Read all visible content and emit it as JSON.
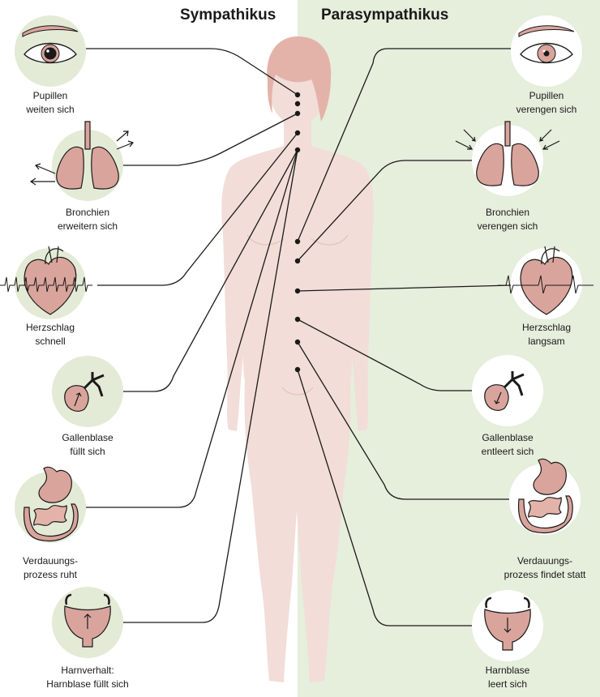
{
  "headings": {
    "left": "Sympathikus",
    "right": "Parasympathikus"
  },
  "colors": {
    "left_circle": "#e3ebd6",
    "right_circle": "#ffffff",
    "right_background": "#e6eedc",
    "body": "#f2ddd8",
    "hair": "#e3b3aa",
    "organ": "#d9a49c",
    "line": "#1a1a1a"
  },
  "sympathetic": [
    {
      "icon": "eye-icon",
      "line1": "Pupillen",
      "line2": "weiten sich"
    },
    {
      "icon": "lungs-icon",
      "line1": "Bronchien",
      "line2": "erweitern sich"
    },
    {
      "icon": "heart-icon",
      "line1": "Herzschlag",
      "line2": "schnell"
    },
    {
      "icon": "gallbladder-icon",
      "line1": "Gallenblase",
      "line2": "füllt sich"
    },
    {
      "icon": "digestive-tract-icon",
      "line1": "Verdauungs-",
      "line2": "prozess ruht"
    },
    {
      "icon": "bladder-icon",
      "line1": "Harnverhalt:",
      "line2": "Harnblase füllt sich"
    }
  ],
  "parasympathetic": [
    {
      "icon": "eye-icon",
      "line1": "Pupillen",
      "line2": "verengen sich"
    },
    {
      "icon": "lungs-icon",
      "line1": "Bronchien",
      "line2": "verengen sich"
    },
    {
      "icon": "heart-icon",
      "line1": "Herzschlag",
      "line2": "langsam"
    },
    {
      "icon": "gallbladder-icon",
      "line1": "Gallenblase",
      "line2": "entleert sich"
    },
    {
      "icon": "digestive-tract-icon",
      "line1": "Verdauungs-",
      "line2": "prozess findet statt"
    },
    {
      "icon": "bladder-icon",
      "line1": "Harnblase",
      "line2": "leert sich"
    }
  ]
}
